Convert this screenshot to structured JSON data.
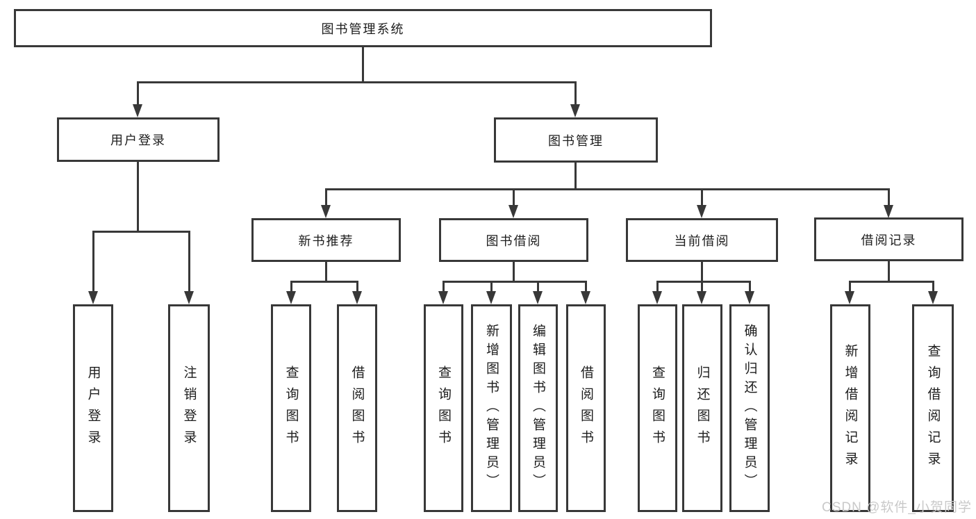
{
  "root": {
    "label": "图书管理系统"
  },
  "level1": [
    {
      "label": "用户登录"
    },
    {
      "label": "图书管理"
    }
  ],
  "level2": [
    {
      "label": "新书推荐"
    },
    {
      "label": "图书借阅"
    },
    {
      "label": "当前借阅"
    },
    {
      "label": "借阅记录"
    }
  ],
  "leaves": {
    "user_login": [
      "用户登录",
      "注销登录"
    ],
    "new_books": [
      "查询图书",
      "借阅图书"
    ],
    "book_borrow": [
      "查询图书",
      "新增图书（管理员）",
      "编辑图书（管理员）",
      "借阅图书"
    ],
    "current_borrow": [
      "查询图书",
      "归还图书",
      "确认归还（管理员）"
    ],
    "borrow_records": [
      "新增借阅记录",
      "查询借阅记录"
    ]
  },
  "watermark": "CSDN @软件_小贺同学",
  "colors": {
    "line": "#383838",
    "text": "#1d1d1d",
    "watermark": "#c9c9c9",
    "background": "#ffffff"
  }
}
